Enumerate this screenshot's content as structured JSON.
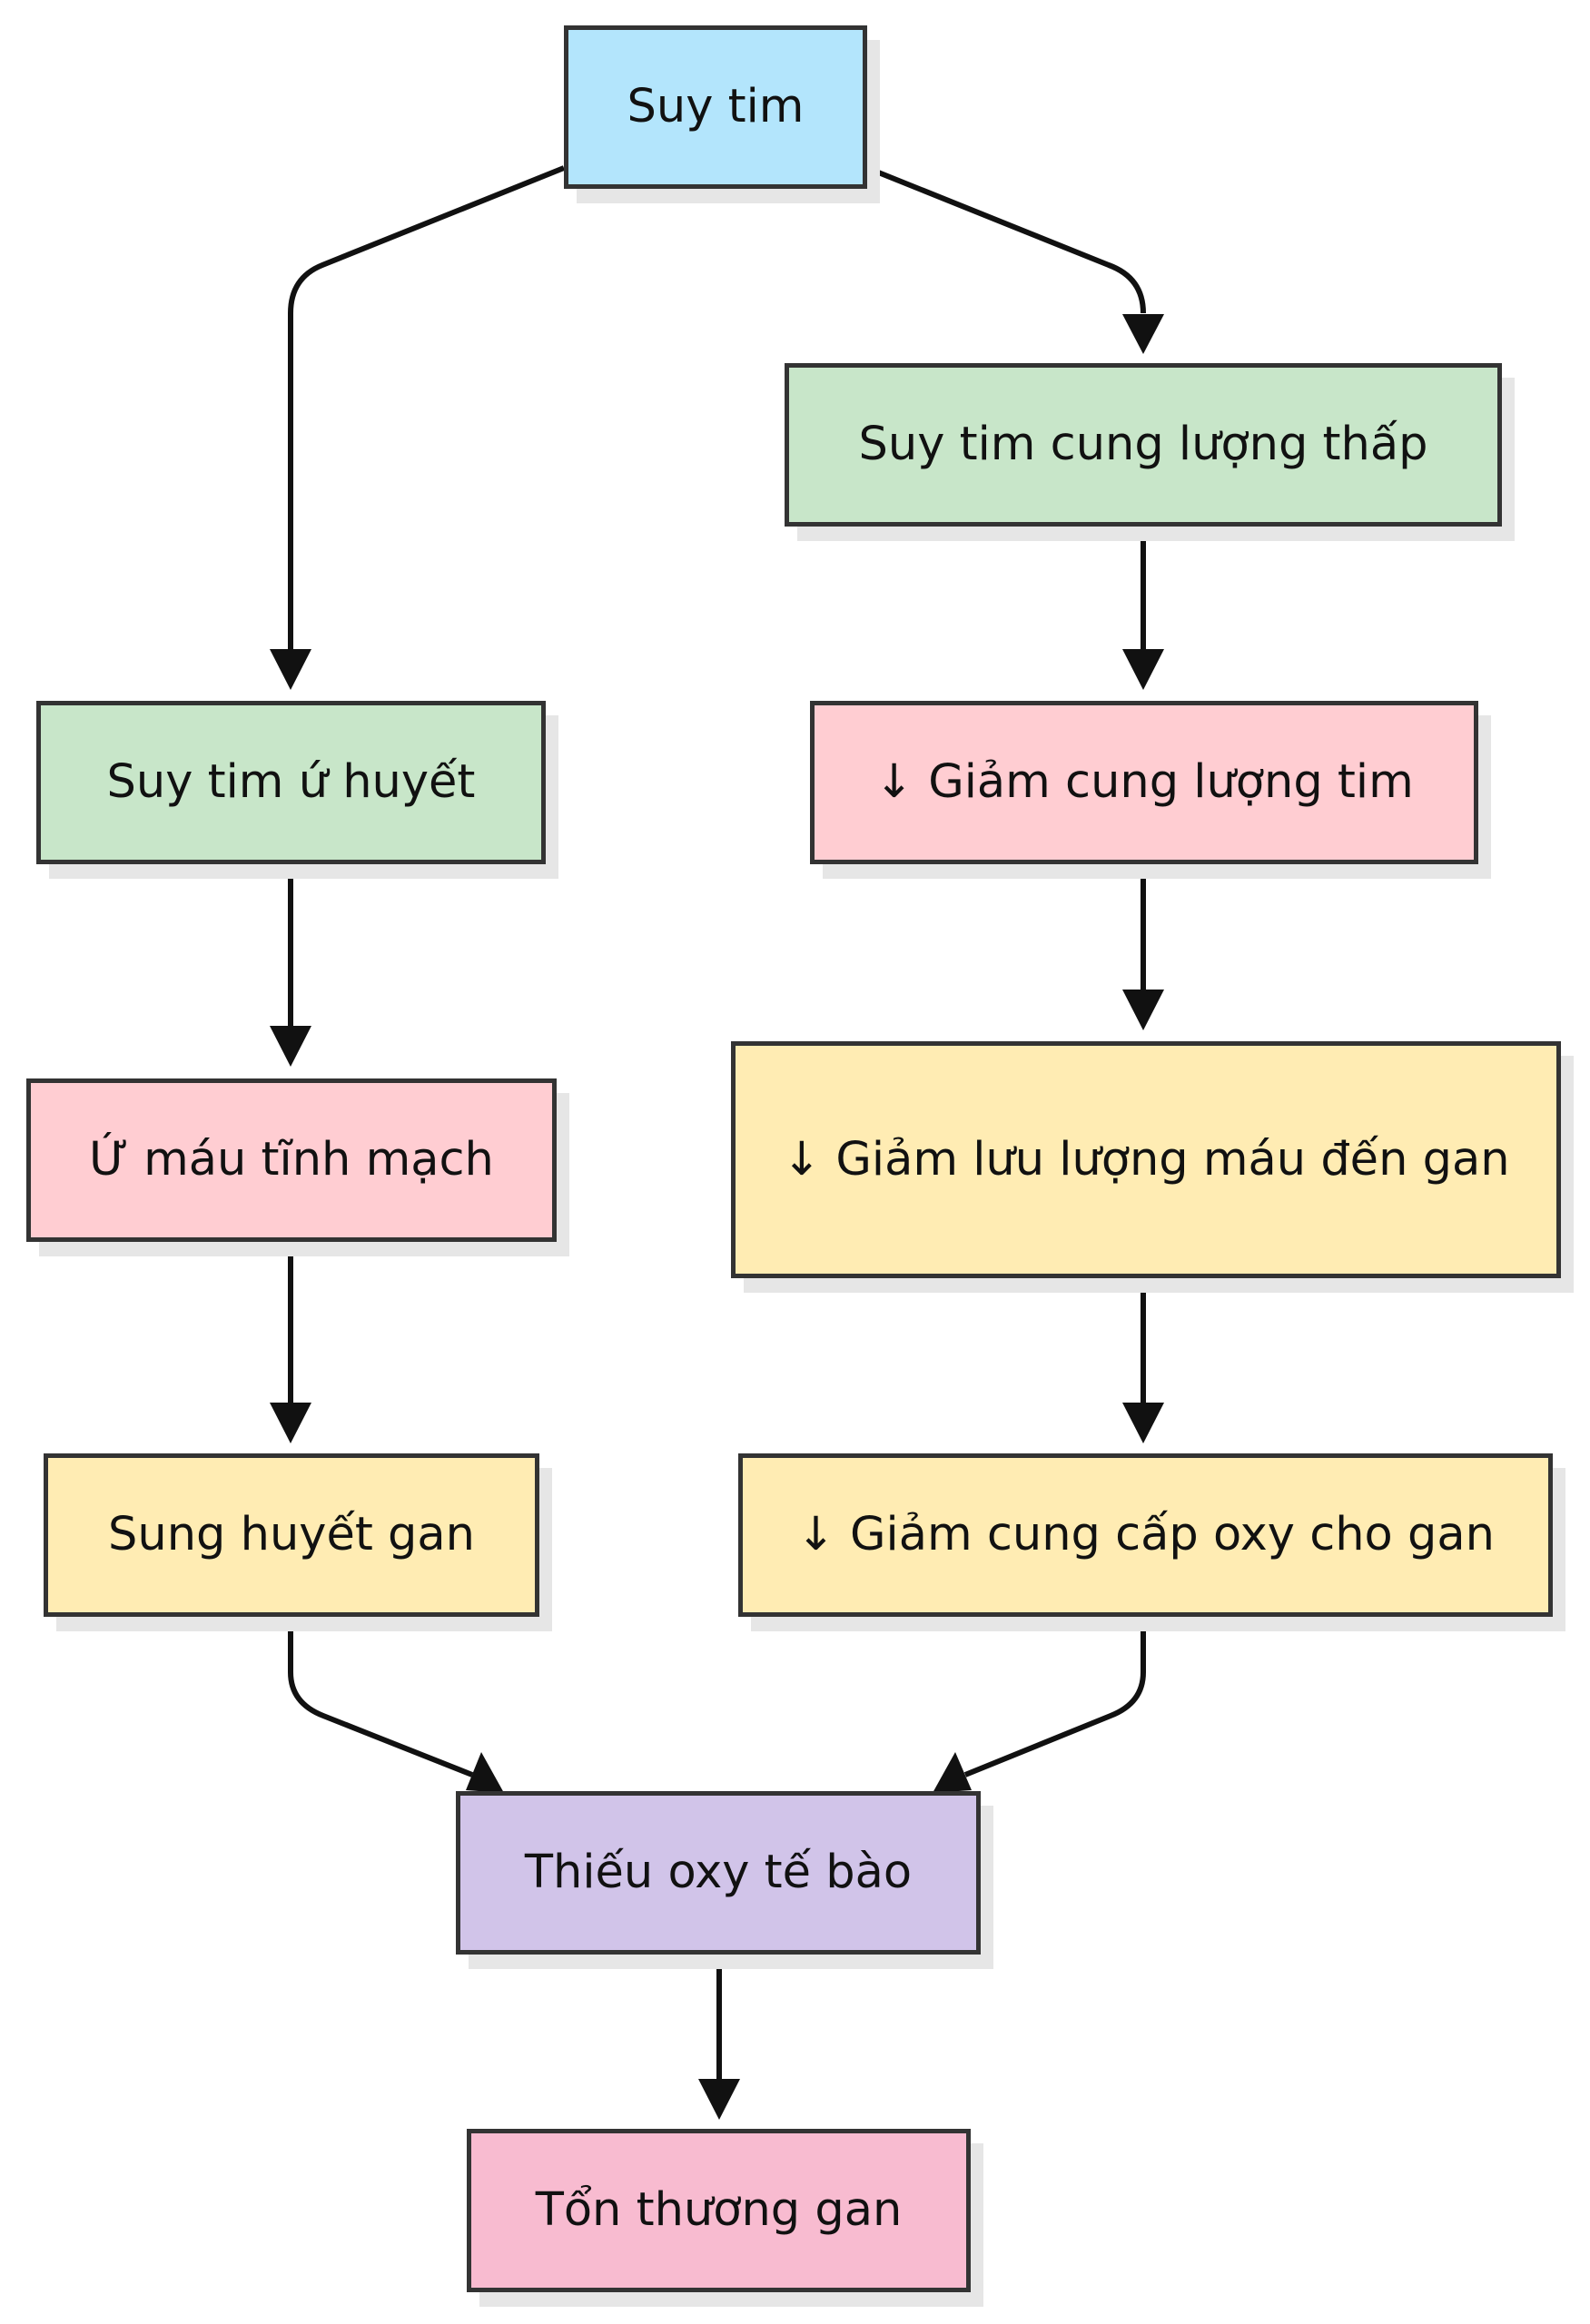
{
  "nodes": [
    {
      "id": "n1",
      "label": "Suy tim",
      "color": "#b3e5fc"
    },
    {
      "id": "n2",
      "label": "Suy tim cung lượng thấp",
      "color": "#c8e6c9"
    },
    {
      "id": "n3",
      "label": "Suy tim ứ huyết",
      "color": "#c8e6c9"
    },
    {
      "id": "n4",
      "label": "↓ Giảm cung lượng tim",
      "color": "#ffcdd2"
    },
    {
      "id": "n5",
      "label": "Ứ máu tĩnh mạch",
      "color": "#ffcdd2"
    },
    {
      "id": "n6",
      "label": "↓ Giảm lưu lượng máu đến gan",
      "color": "#ffecb3"
    },
    {
      "id": "n7",
      "label": "Sung huyết gan",
      "color": "#ffecb3"
    },
    {
      "id": "n8",
      "label": "↓ Giảm cung cấp oxy cho gan",
      "color": "#ffecb3"
    },
    {
      "id": "n9",
      "label": "Thiếu oxy tế bào",
      "color": "#d1c4e9"
    },
    {
      "id": "n10",
      "label": "Tổn thương gan",
      "color": "#f8bbd0"
    }
  ],
  "edges": [
    {
      "from": "n1",
      "to": "n3"
    },
    {
      "from": "n1",
      "to": "n2"
    },
    {
      "from": "n2",
      "to": "n4"
    },
    {
      "from": "n3",
      "to": "n5"
    },
    {
      "from": "n4",
      "to": "n6"
    },
    {
      "from": "n5",
      "to": "n7"
    },
    {
      "from": "n6",
      "to": "n8"
    },
    {
      "from": "n7",
      "to": "n9"
    },
    {
      "from": "n8",
      "to": "n9"
    },
    {
      "from": "n9",
      "to": "n10"
    }
  ]
}
